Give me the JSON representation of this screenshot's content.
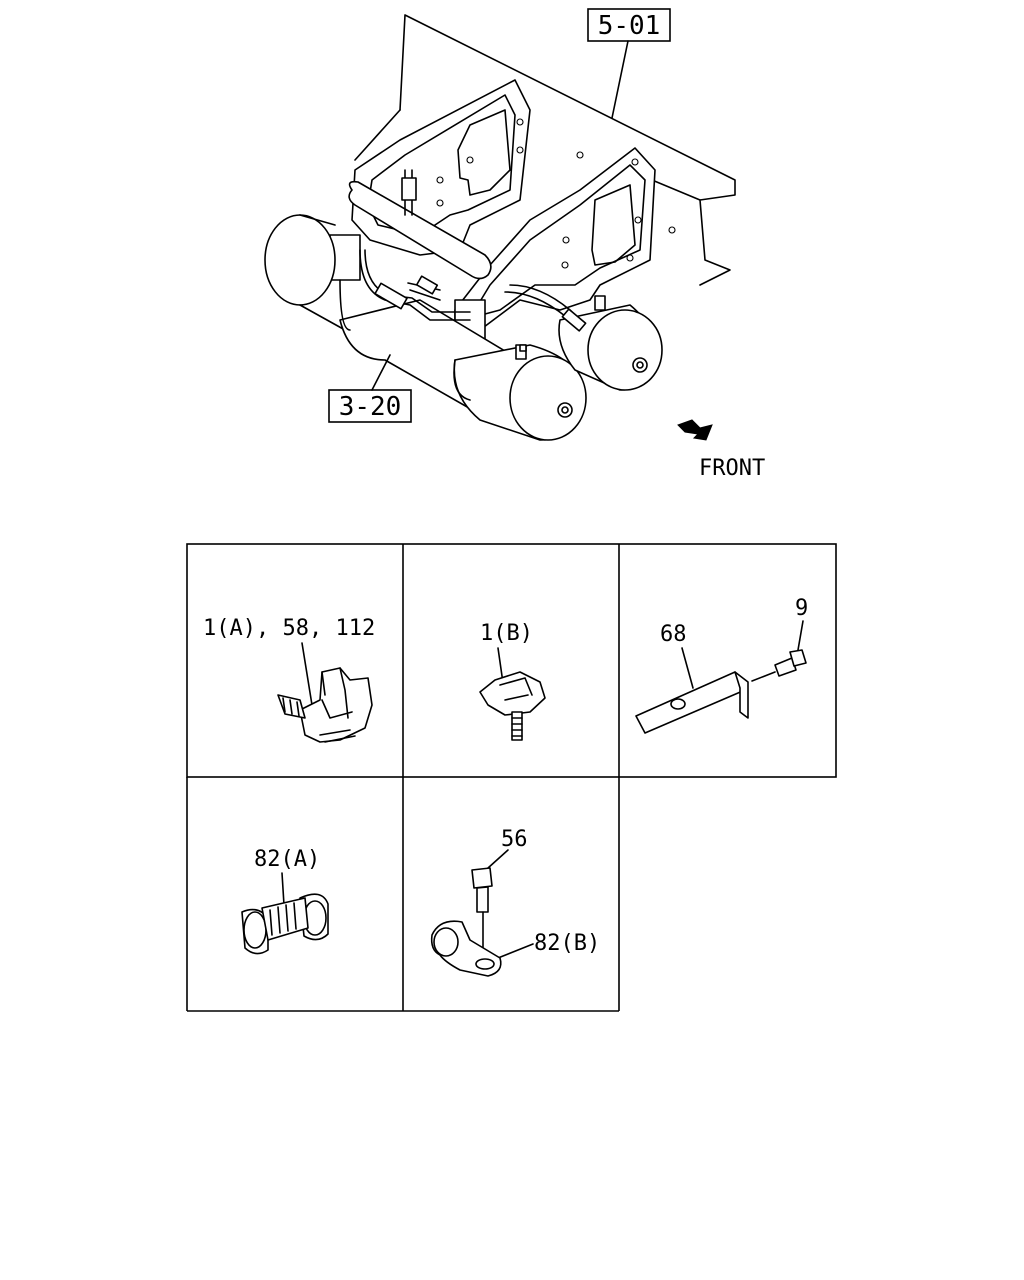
{
  "callouts": {
    "top_ref": "5-01",
    "left_ref": "3-20",
    "front": "FRONT"
  },
  "details": {
    "cell1": "1(A), 58, 112",
    "cell2": "1(B)",
    "cell3_a": "68",
    "cell3_b": "9",
    "cell4": "82(A)",
    "cell5_a": "56",
    "cell5_b": "82(B)"
  }
}
